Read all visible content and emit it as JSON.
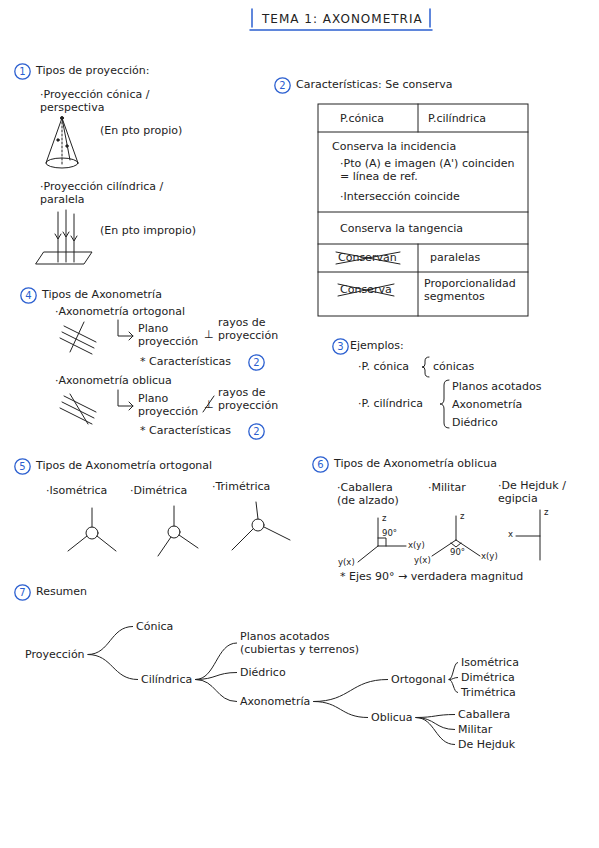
{
  "diagram": {
    "title": "TEMA 1: AXONOMETRIA",
    "nodes": [
      {
        "text": [
          "1"
        ]
      },
      {
        "text": [
          "2"
        ]
      },
      {
        "text": [
          "3"
        ]
      },
      {
        "text": [
          "4"
        ]
      },
      {
        "text": [
          "2"
        ]
      },
      {
        "text": [
          "2"
        ]
      },
      {
        "text": [
          "5"
        ]
      },
      {
        "text": [
          "6"
        ]
      },
      {
        "text": [
          "7"
        ]
      },
      {
        "text": [
          "Proyección"
        ]
      },
      {
        "text": [
          "Cónica"
        ]
      },
      {
        "text": [
          "Cilíndrica"
        ]
      },
      {
        "text": [
          "Planos acotados (cubiertas y terrenos)"
        ]
      },
      {
        "text": [
          "Diédrico"
        ]
      },
      {
        "text": [
          "Axonometría"
        ]
      },
      {
        "text": [
          "Ortogonal"
        ]
      },
      {
        "text": [
          "Oblicua"
        ]
      },
      {
        "text": [
          "Isométrica"
        ]
      },
      {
        "text": [
          "Dimétrica"
        ]
      },
      {
        "text": [
          "Trimétrica"
        ]
      },
      {
        "text": [
          "Caballera"
        ]
      },
      {
        "text": [
          "Militar"
        ]
      },
      {
        "text": [
          "De Hejduk"
        ]
      }
    ],
    "edges": [
      {
        "from": 9,
        "to": 10,
        "arrow": "none"
      },
      {
        "from": 9,
        "to": 11,
        "arrow": "none"
      },
      {
        "from": 11,
        "to": 12,
        "arrow": "none"
      },
      {
        "from": 11,
        "to": 13,
        "arrow": "none"
      },
      {
        "from": 11,
        "to": 14,
        "arrow": "none"
      },
      {
        "from": 14,
        "to": 15,
        "arrow": "none"
      },
      {
        "from": 14,
        "to": 16,
        "arrow": "none"
      },
      {
        "from": 15,
        "to": 17,
        "arrow": "none"
      },
      {
        "from": 15,
        "to": 18,
        "arrow": "none"
      },
      {
        "from": 15,
        "to": 19,
        "arrow": "none"
      },
      {
        "from": 16,
        "to": 20,
        "arrow": "none"
      },
      {
        "from": 16,
        "to": 21,
        "arrow": "none"
      },
      {
        "from": 16,
        "to": 22,
        "arrow": "none"
      }
    ],
    "labels": [
      "Tipos de proyección:",
      "·Proyección cónica / perspectiva",
      "(En pto propio)",
      "·Proyección cilíndrica / paralela",
      "(En pto impropio)",
      "Características: Se conserva",
      "P.cónica",
      "P.cilíndrica",
      "Conserva la incidencia",
      "·Pto (A) e imagen (A') coinciden = línea de ref.",
      "·Intersección coincide",
      "Conserva la tangencia",
      "Conservan",
      "paralelas",
      "Conserva",
      "Proporcionalidad segmentos",
      "Ejemplos:",
      "·P. cónica",
      "cónicas",
      "·P. cilíndrica",
      "Planos acotados",
      "Axonometría",
      "Diédrico",
      "Tipos de Axonometría",
      "·Axonometría ortogonal",
      "Plano proyección",
      "⊥",
      "rayos de proyección",
      "* Características",
      "·Axonometría oblicua",
      "Plano proyección",
      "⊥",
      "rayos de proyección",
      "* Características",
      "Tipos de Axonometría ortogonal",
      "·Isométrica",
      "·Dimétrica",
      "·Trimétrica",
      "Tipos de Axonometría oblicua",
      "·Caballera (de alzado)",
      "·Militar",
      "·De Hejduk / egipcia",
      "z",
      "90°",
      "x(y)",
      "y(x)",
      "z",
      "90°",
      "y(x)",
      "x(y)",
      "z",
      "x",
      "* Ejes 90° → verdadera magnitud",
      "Resumen"
    ]
  }
}
